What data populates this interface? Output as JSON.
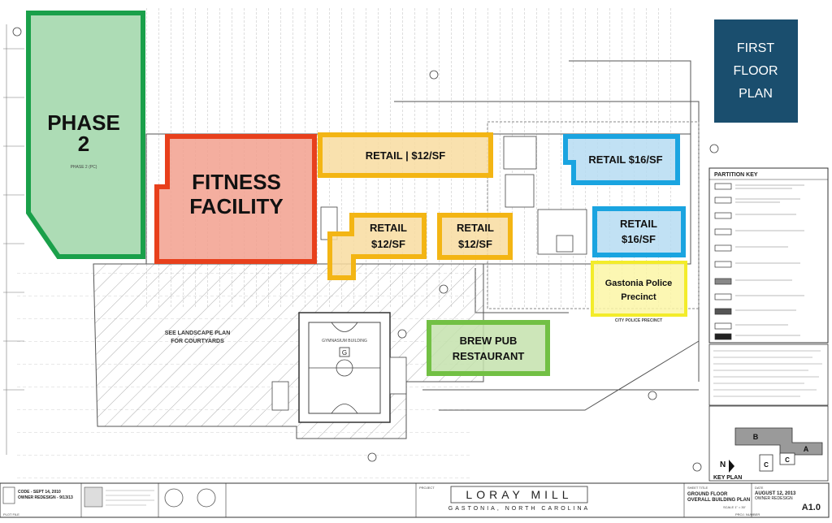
{
  "badge": {
    "line1": "FIRST",
    "line2": "FLOOR",
    "line3": "PLAN",
    "bg_color": "#1a4e6e"
  },
  "zones": {
    "phase2": {
      "line1": "PHASE",
      "line2": "2",
      "sub": "PHASE 2 (PC)",
      "fill": "#9fd6a8",
      "stroke": "#1aa04a"
    },
    "fitness": {
      "line1": "FITNESS",
      "line2": "FACILITY",
      "fill": "#f2a08e",
      "stroke": "#e8401c"
    },
    "retail_top": {
      "label": "RETAIL | $12/SF",
      "fill": "#f8dca0",
      "stroke": "#f3b514"
    },
    "retail_mid_left": {
      "line1": "RETAIL",
      "line2": "$12/SF",
      "fill": "#f8dca0",
      "stroke": "#f3b514"
    },
    "retail_mid_right": {
      "line1": "RETAIL",
      "line2": "$12/SF",
      "fill": "#f8dca0",
      "stroke": "#f3b514"
    },
    "retail_blue_top": {
      "label": "RETAIL $16/SF",
      "fill": "#b6dcf2",
      "stroke": "#1aa4e0"
    },
    "retail_blue_right": {
      "line1": "RETAIL",
      "line2": "$16/SF",
      "fill": "#b6dcf2",
      "stroke": "#1aa4e0"
    },
    "police": {
      "line1": "Gastonia Police",
      "line2": "Precinct",
      "fill": "#fbf6a6",
      "stroke": "#f3ec2a"
    },
    "brewpub": {
      "line1": "BREW PUB",
      "line2": "RESTAURANT",
      "fill": "#c4e2ad",
      "stroke": "#72c044"
    }
  },
  "plan_labels": {
    "landscape_1": "SEE LANDSCAPE PLAN",
    "landscape_2": "FOR COURTYARDS",
    "gym": "GYMNASIUM BUILDING",
    "gym_letter": "G",
    "city_police": "CITY POLICE PRECINCT",
    "north_symbol": "N",
    "key_plan": "KEY PLAN"
  },
  "partition_key": {
    "title": "PARTITION KEY"
  },
  "key_plan_letters": [
    "B",
    "A",
    "C",
    "C"
  ],
  "title_block": {
    "code": "CODE - SEPT 14, 2010",
    "owner_redesign": "OWNER REDESIGN - 9/13/13",
    "project_label": "PROJECT",
    "project_name": "LORAY MILL",
    "project_location": "GASTONIA, NORTH CAROLINA",
    "sheet_title_label": "SHEET TITLE",
    "sheet_title_1": "GROUND FLOOR",
    "sheet_title_2": "OVERALL BUILDING PLAN",
    "scale": "SCALE 1\" = 30'",
    "date_label": "DATE",
    "date": "AUGUST 12, 2013",
    "date_sub": "OWNER REDESIGN",
    "sheet_number": "A1.0",
    "footer_left": "PLOT FILE",
    "footer_right": "PROJ. NUMBER"
  }
}
